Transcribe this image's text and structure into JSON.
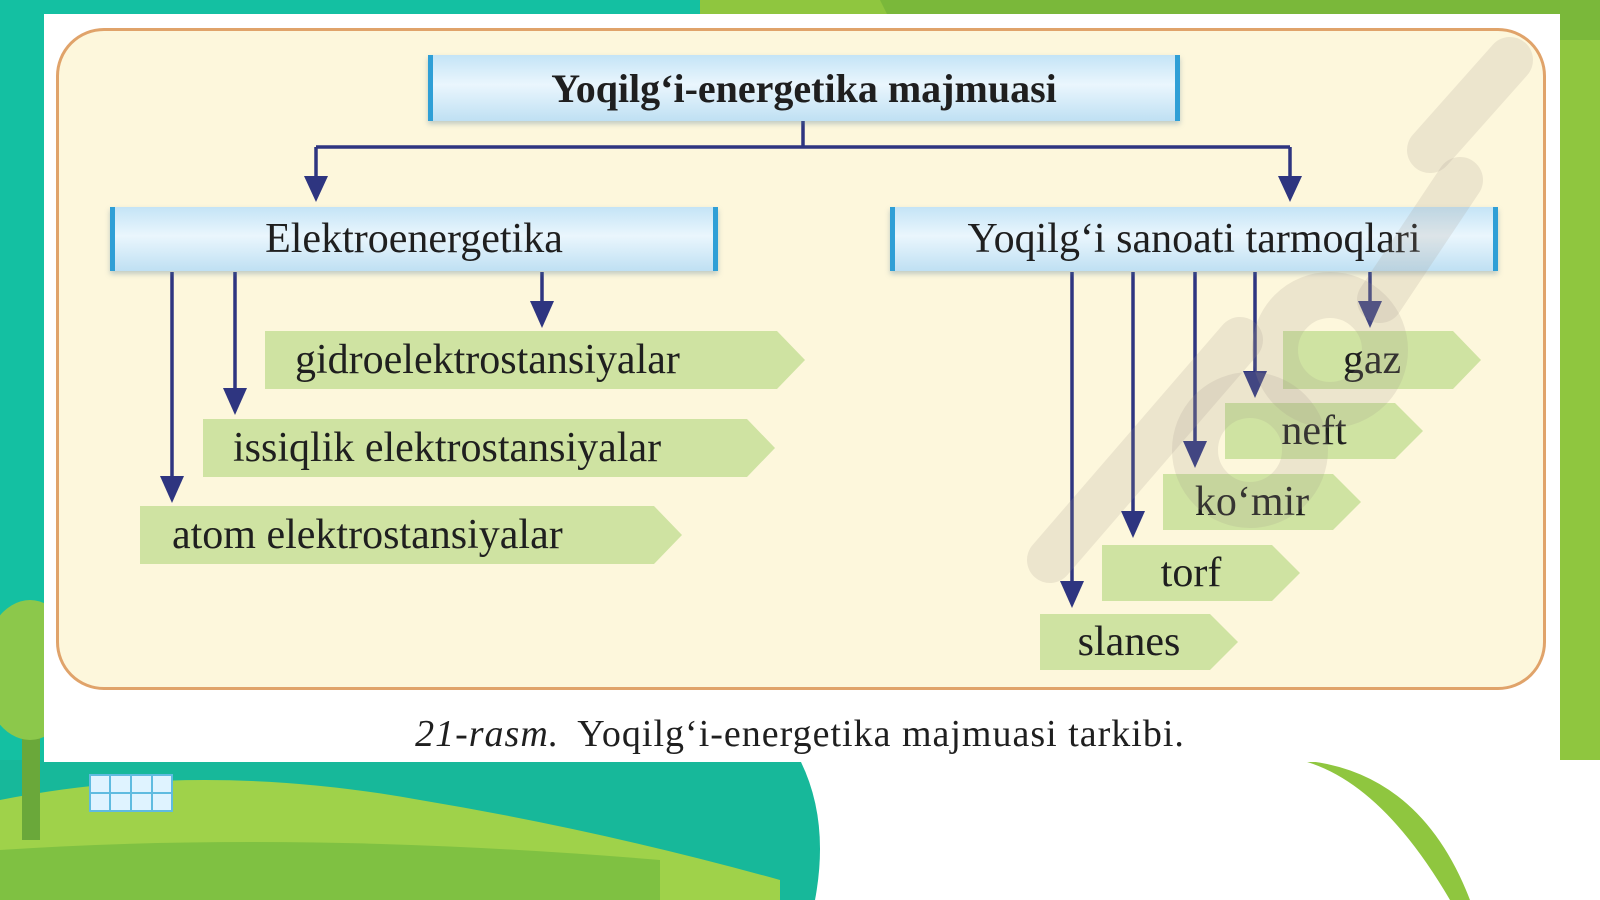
{
  "diagram": {
    "root": "Yoqilg‘i-energetika majmuasi",
    "branches": {
      "elektro": {
        "title": "Elektroenergetika",
        "items": [
          "gidroelektrostansiyalar",
          "issiqlik elektrostansiyalar",
          "atom elektrostansiyalar"
        ]
      },
      "yoqilgi": {
        "title": "Yoqilg‘i sanoati tarmoqlari",
        "items": [
          "gaz",
          "neft",
          "ko‘mir",
          "torf",
          "slanes"
        ]
      }
    }
  },
  "caption": {
    "number": "21-rasm.",
    "text": "Yoqilg‘i-energetika majmuasi tarkibi."
  },
  "colors": {
    "frame_fill": "#fdf7dc",
    "frame_border": "#e0a36a",
    "box_blue": "#2f9fd6",
    "tag_green": "#cfe3a2",
    "arrow": "#2e3580",
    "bg_teal": "#14c0a2",
    "bg_green": "#8fc63f"
  }
}
